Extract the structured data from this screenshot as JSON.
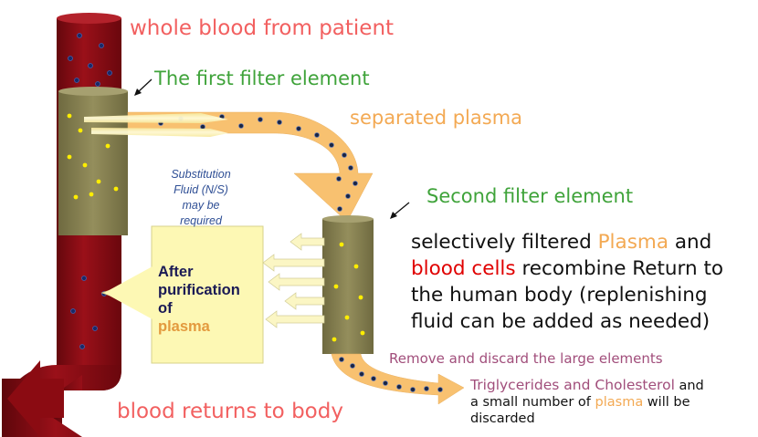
{
  "labels": {
    "whole_blood": "whole blood from patient",
    "first_filter": "The first filter element",
    "separated_plasma": "separated plasma",
    "second_filter": "Second filter element",
    "substitution": [
      "Substitution",
      "Fluid (N/S)",
      "may be",
      "required"
    ],
    "purification": {
      "line1": "After",
      "line2": "purification",
      "line3": "of",
      "line4": "plasma"
    },
    "recombine": {
      "line1_start": "selectively filtered ",
      "line1_plasma": "Plasma",
      "line1_end": " and",
      "line2_cells": "blood cells",
      "line2_end": " recombine Return to",
      "line3": "the human body (replenishing",
      "line4": "fluid can be added as needed)"
    },
    "remove": "Remove and discard the large elements",
    "discard": {
      "trig": "Triglycerides and Cholesterol",
      "and": " and",
      "line2_start": "a small number of ",
      "plasma": "plasma",
      "line2_end": " will be",
      "line3": "discarded"
    },
    "returns": "blood returns to body"
  },
  "colors": {
    "blood": "#8b0b12",
    "filter": "#8a8454",
    "plasma": "#f8c170",
    "cells": "#1a2440",
    "box": "#fdf8b4"
  }
}
